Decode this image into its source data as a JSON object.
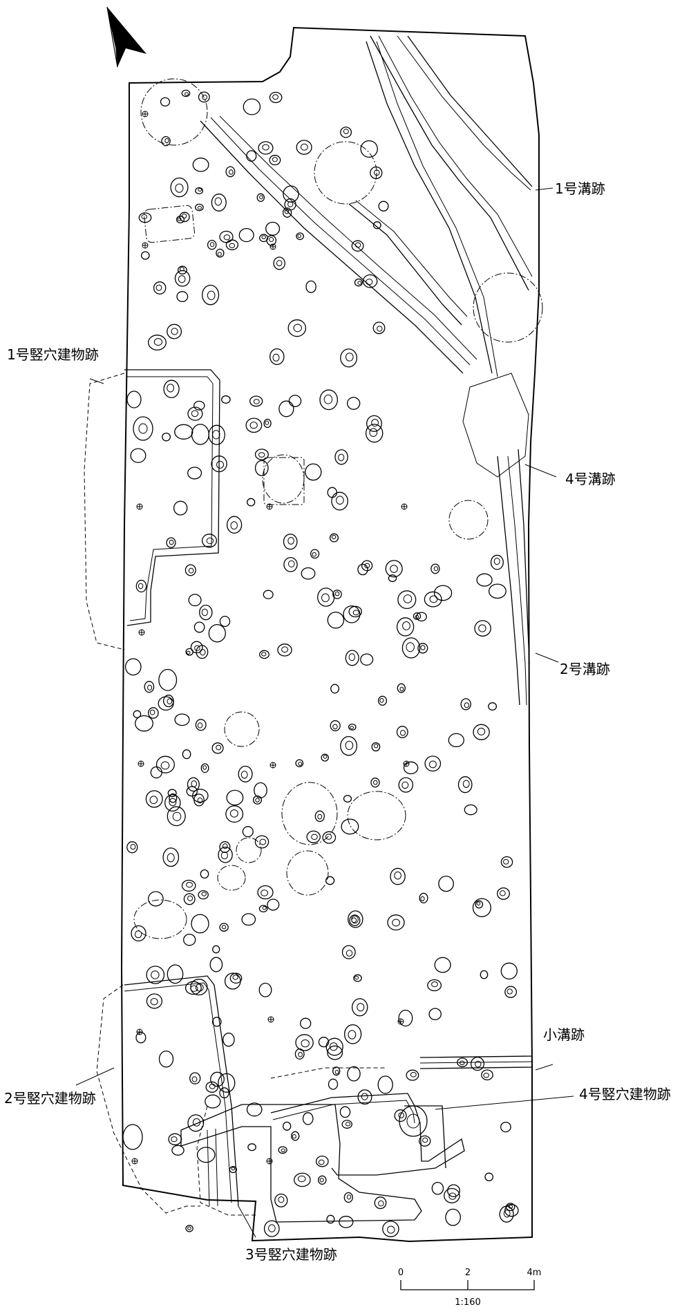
{
  "labels": {
    "ditch1": "1号溝跡",
    "ditch4": "4号溝跡",
    "ditch2": "2号溝跡",
    "small_ditch": "小溝跡",
    "pit1": "1号竪穴建物跡",
    "pit2": "2号竪穴建物跡",
    "pit3": "3号竪穴建物跡",
    "pit4": "4号竪穴建物跡"
  },
  "scale": {
    "tick0": "0",
    "tick2": "2",
    "tick4": "4m",
    "ratio": "1:160"
  },
  "icons": {
    "north": "north-arrow-icon"
  }
}
